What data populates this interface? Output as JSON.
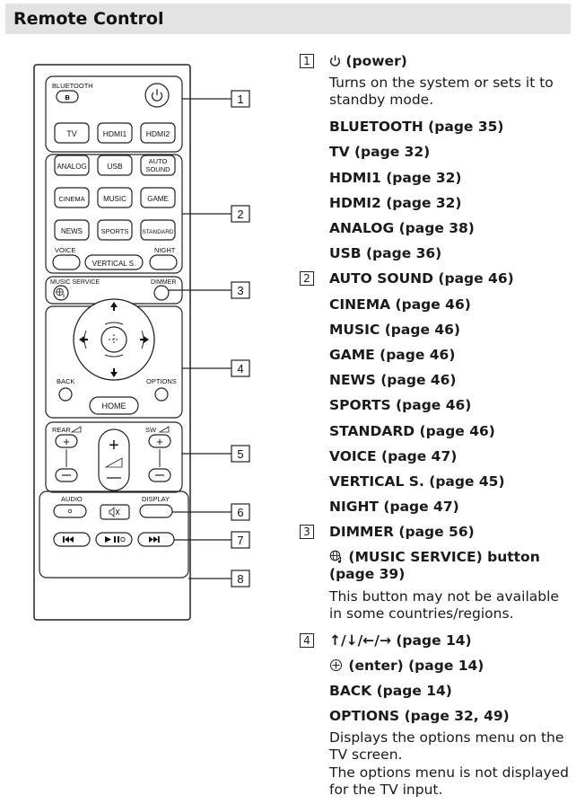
{
  "header": {
    "title": "Remote Control"
  },
  "remote": {
    "bluetooth": "BLUETOOTH",
    "tv": "TV",
    "hdmi1": "HDMI1",
    "hdmi2": "HDMI2",
    "analog": "ANALOG",
    "usb": "USB",
    "auto1": "AUTO",
    "auto2": "SOUND",
    "cinema": "CINEMA",
    "music": "MUSIC",
    "game": "GAME",
    "news": "NEWS",
    "sports": "SPORTS",
    "standard": "STANDARD",
    "voice": "VOICE",
    "night": "NIGHT",
    "vertical": "VERTICAL S.",
    "music_service": "MUSIC SERVICE",
    "dimmer": "DIMMER",
    "back": "BACK",
    "options": "OPTIONS",
    "home": "HOME",
    "rear": "REAR",
    "sw": "SW",
    "audio": "AUDIO",
    "display": "DISPLAY",
    "callouts": [
      "1",
      "2",
      "3",
      "4",
      "5",
      "6",
      "7",
      "8"
    ]
  },
  "desc": {
    "g1": {
      "num": "1",
      "power_label": "(power)",
      "power_text": "Turns on the system or sets it to standby mode.",
      "items": [
        "BLUETOOTH (page 35)",
        "TV (page 32)",
        "HDMI1 (page 32)",
        "HDMI2 (page 32)",
        "ANALOG (page 38)",
        "USB (page 36)"
      ]
    },
    "g2": {
      "num": "2",
      "items": [
        "AUTO SOUND (page 46)",
        "CINEMA (page 46)",
        "MUSIC (page 46)",
        "GAME (page 46)",
        "NEWS (page 46)",
        "SPORTS (page 46)",
        "STANDARD (page 46)",
        "VOICE (page 47)",
        "VERTICAL S. (page 45)",
        "NIGHT (page 47)"
      ]
    },
    "g3": {
      "num": "3",
      "dimmer": "DIMMER (page 56)",
      "ms_label": "(MUSIC SERVICE) button (page 39)",
      "ms_note": "This button may not be available in some countries/regions."
    },
    "g4": {
      "num": "4",
      "arrows": "↑/↓/←/→ (page 14)",
      "enter": "(enter) (page 14)",
      "back": "BACK (page 14)",
      "options": "OPTIONS (page 32, 49)",
      "note1": "Displays the options menu on the TV screen.",
      "note2": "The options menu is not displayed for the TV input."
    }
  }
}
